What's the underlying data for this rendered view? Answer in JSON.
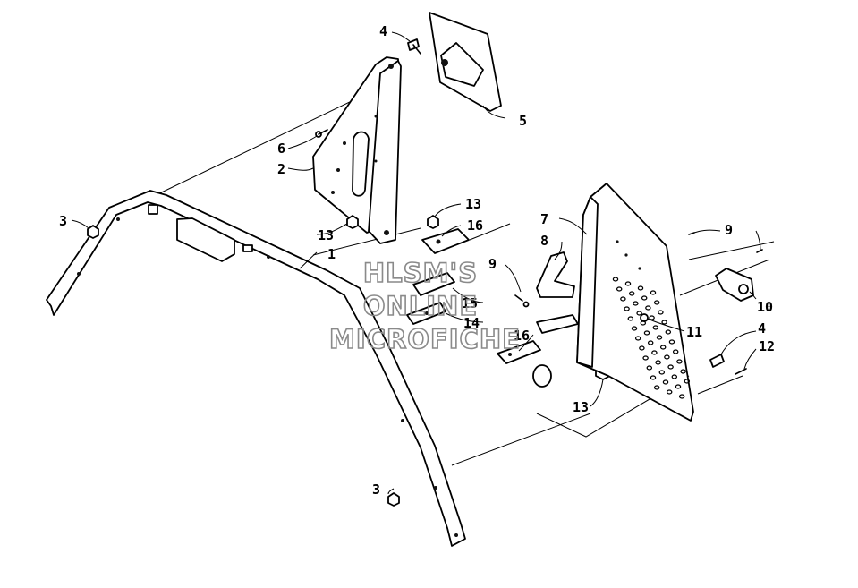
{
  "diagram": {
    "callouts": {
      "c1": "1",
      "c2": "2",
      "c3a": "3",
      "c3b": "3",
      "c4a": "4",
      "c4b": "4",
      "c5": "5",
      "c6": "6",
      "c7": "7",
      "c8": "8",
      "c9a": "9",
      "c9b": "9",
      "c10": "10",
      "c11": "11",
      "c12": "12",
      "c13a": "13",
      "c13b": "13",
      "c13c": "13",
      "c14": "14",
      "c15": "15",
      "c16a": "16",
      "c16b": "16"
    },
    "watermark": {
      "line1": "HLSM'S",
      "line2": "ONLINE",
      "line3": "MICROFICHE"
    }
  },
  "colors": {
    "ink": "#000000",
    "background": "#ffffff",
    "watermark": "#8a8a8a"
  }
}
